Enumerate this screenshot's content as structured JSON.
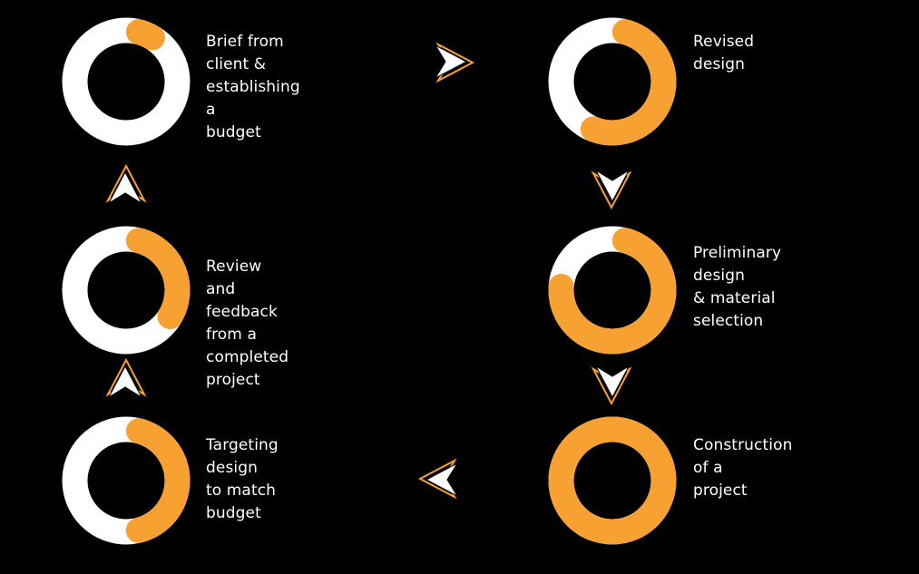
{
  "colors": {
    "background": "#000000",
    "ring_track": "#ffffff",
    "ring_progress": "#f7a132",
    "text": "#ffffff"
  },
  "steps": [
    {
      "id": "brief",
      "label": "Brief from client &\nestablishing a\nbudget",
      "progress": 0.125
    },
    {
      "id": "targeting",
      "label": "Targeting design\nto match budget",
      "progress": 0.5
    },
    {
      "id": "construction",
      "label": "Construction of a\nproject",
      "progress": 1.0
    },
    {
      "id": "preliminary",
      "label": "Preliminary design\n& material\nselection",
      "progress": 0.8
    },
    {
      "id": "revised",
      "label": "Revised design",
      "progress": 0.6
    },
    {
      "id": "review",
      "label": "Review and\nfeedback from a\ncompleted project",
      "progress": 0.375
    }
  ],
  "arrows": [
    {
      "id": "brief-to-revised",
      "direction": "right"
    },
    {
      "id": "revised-to-preliminary",
      "direction": "down"
    },
    {
      "id": "preliminary-to-construction",
      "direction": "down"
    },
    {
      "id": "construction-to-targeting",
      "direction": "left"
    },
    {
      "id": "targeting-to-review",
      "direction": "up"
    },
    {
      "id": "review-to-brief",
      "direction": "up"
    }
  ]
}
